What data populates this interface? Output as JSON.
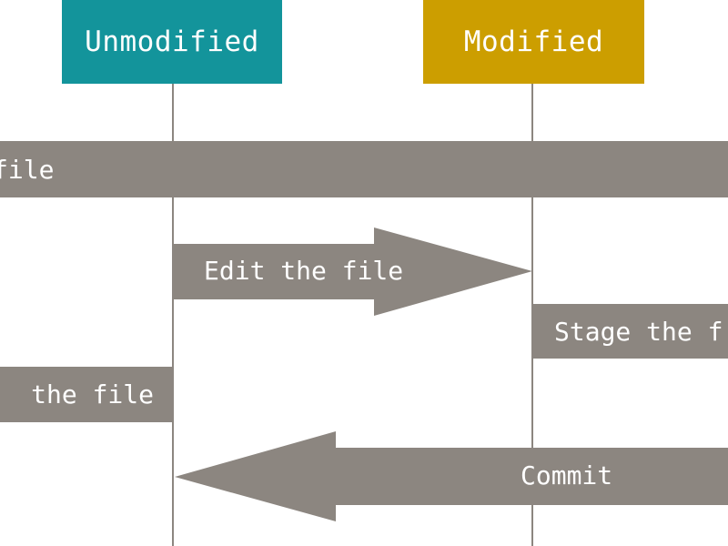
{
  "states": {
    "unmodified": {
      "label": "Unmodified",
      "color": "#13949b"
    },
    "modified": {
      "label": "Modified",
      "color": "#cc9e00"
    }
  },
  "transitions": {
    "top_bar": {
      "label": "file"
    },
    "edit": {
      "label": "Edit the file"
    },
    "stage": {
      "label": "Stage the f"
    },
    "remove": {
      "label": "the file"
    },
    "commit": {
      "label": "Commit"
    }
  },
  "colors": {
    "arrow": "#8c8680",
    "lifeline": "#8c8680",
    "text_on_dark": "#ffffff"
  }
}
